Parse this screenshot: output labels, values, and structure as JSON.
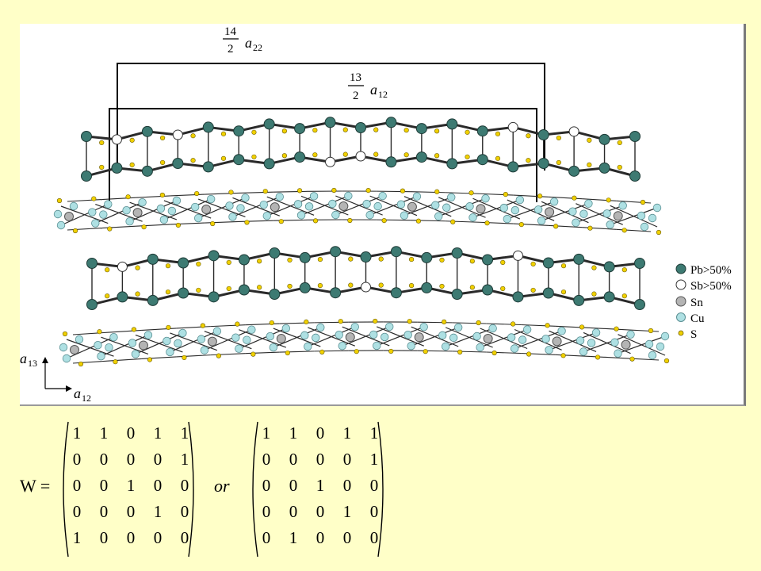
{
  "figure": {
    "labels": {
      "a22_num": "14",
      "a22_den": "2",
      "a22_sym": "a",
      "a22_sub": "22",
      "a12_num": "13",
      "a12_den": "2",
      "a12_sym": "a",
      "a12_sub": "12"
    },
    "axes": {
      "vertical_sym": "a",
      "vertical_sub": "13",
      "horizontal_sym": "a",
      "horizontal_sub": "12"
    },
    "legend": [
      {
        "label": "Pb>50%",
        "color": "#3d7a72",
        "size": "large"
      },
      {
        "label": "Sb>50%",
        "color": "#ffffff",
        "size": "large"
      },
      {
        "label": "Sn",
        "color": "#b4b4b4",
        "size": "large"
      },
      {
        "label": "Cu",
        "color": "#aee0e3",
        "size": "large"
      },
      {
        "label": "S",
        "color": "#f0d000",
        "size": "small"
      }
    ]
  },
  "equation": {
    "lhs": "W =",
    "connector": "or",
    "matrix1": [
      [
        "1",
        "1",
        "0",
        "1",
        "1"
      ],
      [
        "0",
        "0",
        "0",
        "0",
        "1"
      ],
      [
        "0",
        "0",
        "1",
        "0",
        "0"
      ],
      [
        "0",
        "0",
        "0",
        "1",
        "0"
      ],
      [
        "1",
        "0",
        "0",
        "0",
        "0"
      ]
    ],
    "matrix2": [
      [
        "1",
        "1",
        "0",
        "1",
        "1"
      ],
      [
        "0",
        "0",
        "0",
        "0",
        "1"
      ],
      [
        "0",
        "0",
        "1",
        "0",
        "0"
      ],
      [
        "0",
        "0",
        "0",
        "1",
        "0"
      ],
      [
        "0",
        "1",
        "0",
        "0",
        "0"
      ]
    ]
  }
}
